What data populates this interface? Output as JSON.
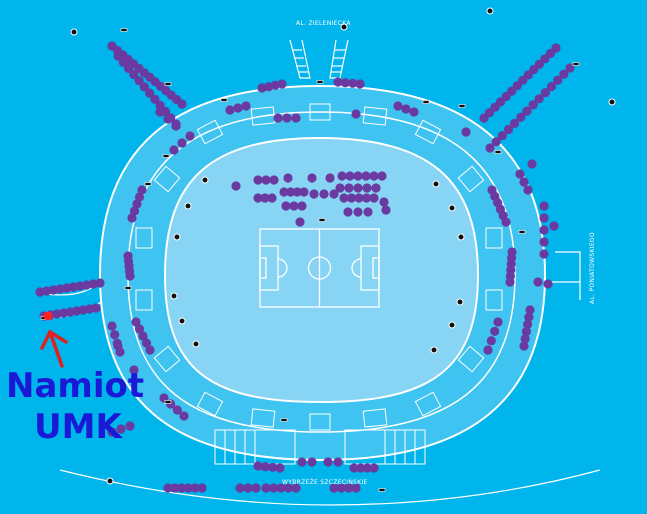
{
  "streets": {
    "north": "AL. ZIELENIECKA",
    "east": "AL. PONIATOWSKIEGO",
    "south": "WYBRZEŻE SZCZECIŃSKIE"
  },
  "annotation": {
    "line1": "Namiot",
    "line2": "UMK"
  },
  "colors": {
    "background": "#00b4ec",
    "outer_ring": "#3fc3f0",
    "pitch_area": "#87d4f5",
    "line": "#ffffff",
    "markers": "#6a3aa0",
    "annotation_text": "#1a1ad6",
    "arrow": "#e01f1f",
    "highlight_marker": "#ff2020"
  },
  "icons": [
    "tent-marker",
    "info-point-icon",
    "direction-arrow-icon",
    "bench-icon"
  ]
}
